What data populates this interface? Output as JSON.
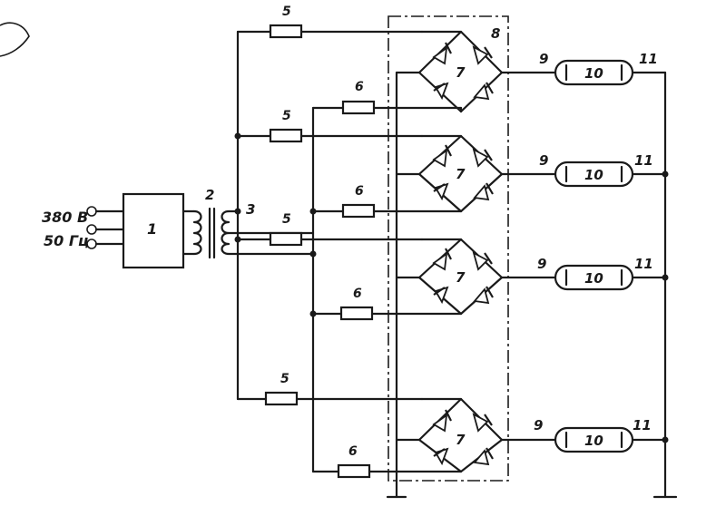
{
  "supply": {
    "voltage": "380 В",
    "frequency": "50 Гц"
  },
  "labels": {
    "unit_1": "1",
    "transformer": "2",
    "node": "3",
    "resistor_a": "5",
    "resistor_b": "6",
    "rectifier": "7",
    "frame": "8",
    "lead_in": "9",
    "lamp": "10",
    "lead_out": "11"
  },
  "stages": [
    {
      "rectifier": "7",
      "lead_in": "9",
      "lamp": "10",
      "lead_out": "11"
    },
    {
      "rectifier": "7",
      "lead_in": "9",
      "lamp": "10",
      "lead_out": "11"
    },
    {
      "rectifier": "7",
      "lead_in": "9",
      "lamp": "10",
      "lead_out": "11"
    },
    {
      "rectifier": "7",
      "lead_in": "9",
      "lamp": "10",
      "lead_out": "11"
    }
  ],
  "resistors_a": [
    "5",
    "5",
    "5",
    "5"
  ],
  "resistors_b": [
    "6",
    "6",
    "6",
    "6"
  ]
}
